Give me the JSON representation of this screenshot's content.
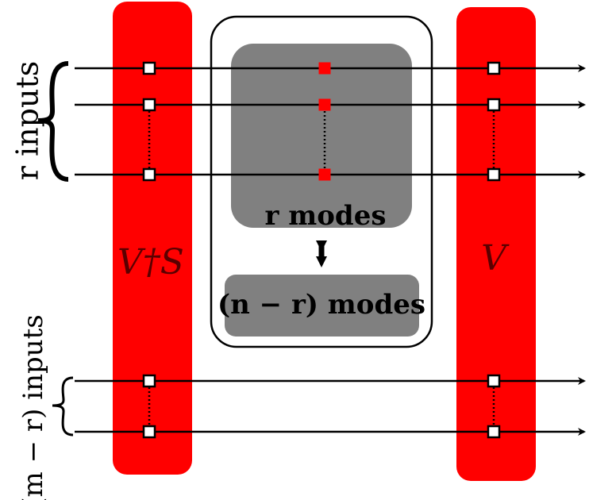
{
  "labels": {
    "r_inputs": "r inputs",
    "m_r_inputs": "(m − r) inputs",
    "left_block": "V†S",
    "right_block": "V",
    "r_modes": "r modes",
    "n_r_modes": "(n − r) modes"
  },
  "colors": {
    "block_red": "#ff0000",
    "box_grey": "#808080",
    "wire": "#000000"
  }
}
